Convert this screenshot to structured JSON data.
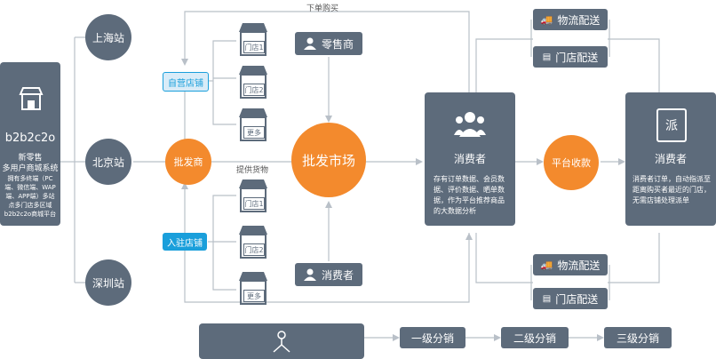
{
  "top_label": "下单购买",
  "provide_goods": "提供货物",
  "platform": {
    "name": "b2b2c2o",
    "subtitle1": "新零售",
    "subtitle2": "多用户商城系统",
    "desc": "拥有多终端（PC端、微信端、WAP端、APP端）多站点多门店多区域b2b2c2o商城平台"
  },
  "cities": [
    "上海站",
    "北京站",
    "深圳站"
  ],
  "self_store": "自营店铺",
  "wholesaler": "批发商",
  "settled_store": "入驻店铺",
  "stores_top": [
    "门店1",
    "门店2",
    "更多"
  ],
  "stores_bottom": [
    "门店1",
    "门店2",
    "更多"
  ],
  "retailer": "零售商",
  "consumer_small": "消费者",
  "market": "批发市场",
  "consumer_card": {
    "title": "消费者",
    "desc": "存有订单数据、会员数据、评价数据、晒单数据，作为平台推荐商品的大数据分析"
  },
  "platform_collect": "平台收款",
  "delivery_top": [
    "物流配送",
    "门店配送"
  ],
  "delivery_bottom": [
    "物流配送",
    "门店配送"
  ],
  "dispatch_card": {
    "icon_char": "派",
    "title": "消费者",
    "desc": "消费者订单，自动指派至距离购买者最近的门店，无需店铺处理派单"
  },
  "distribution": [
    "一级分销",
    "二级分销",
    "三级分销"
  ],
  "colors": {
    "dark": "#5d6b7b",
    "orange": "#f38a2d",
    "blue": "#1a9fdb",
    "line": "#b9c0c8"
  }
}
